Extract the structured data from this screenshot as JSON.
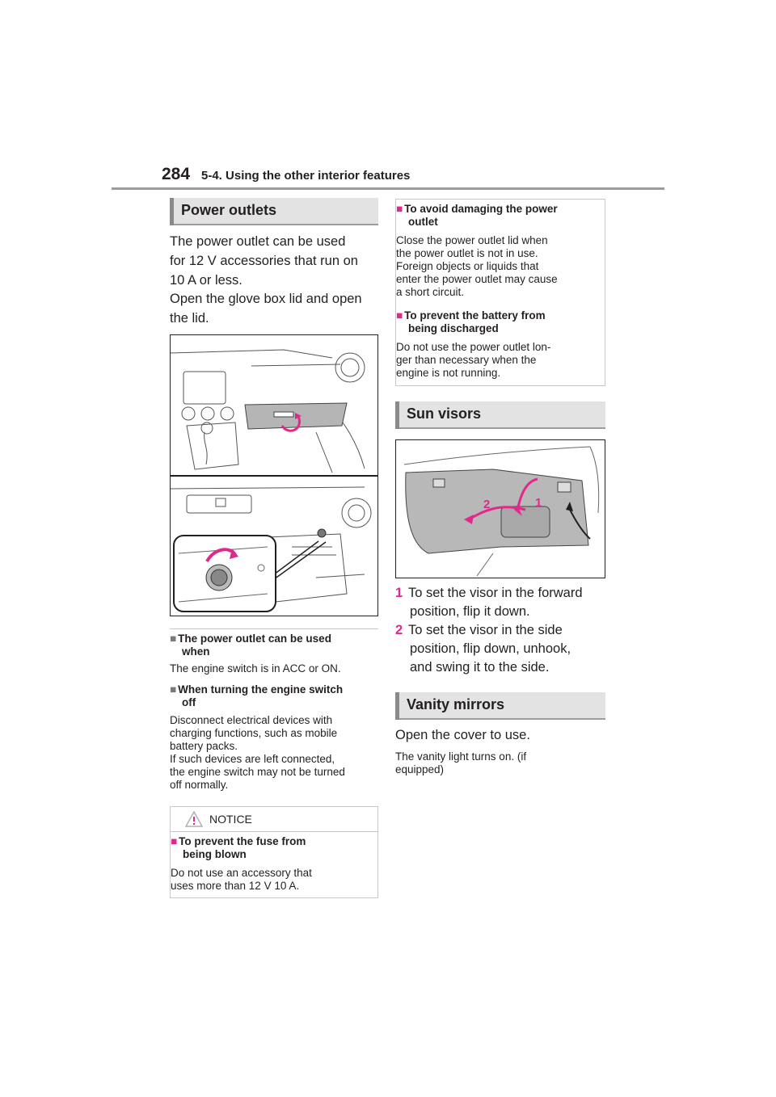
{
  "header": {
    "page_number": "284",
    "section": "5-4. Using the other interior features"
  },
  "power_outlets": {
    "title": "Power outlets",
    "intro": [
      "The power outlet can be used",
      "for 12 V accessories that run on",
      "10 A or less."
    ],
    "open": [
      "Open the glove box lid and open",
      "the lid."
    ],
    "notes": [
      {
        "heading": [
          "The power outlet can be used",
          "when"
        ],
        "body": [
          "The engine switch is in ACC or ON."
        ]
      },
      {
        "heading": [
          "When turning the engine switch",
          "off"
        ],
        "body": [
          "Disconnect electrical devices with",
          "charging functions, such as mobile",
          "battery packs.",
          "If such devices are left connected,",
          "the engine switch may not be turned",
          "off normally."
        ]
      }
    ]
  },
  "notice": {
    "label": "NOTICE",
    "heading": [
      "To prevent the fuse from",
      "being blown"
    ],
    "body": [
      "Do not use an accessory that",
      "uses more than 12 V 10 A."
    ]
  },
  "notice_cont": [
    {
      "heading": [
        "To avoid damaging the power",
        "outlet"
      ],
      "body": [
        "Close the power outlet lid when",
        "the power outlet is not in use.",
        "Foreign objects or liquids that",
        "enter the power outlet may cause",
        "a short circuit."
      ]
    },
    {
      "heading": [
        "To prevent the battery from",
        "being discharged"
      ],
      "body": [
        "Do not use the power outlet lon-",
        "ger than necessary when the",
        "engine is not running."
      ]
    }
  ],
  "sun_visors": {
    "title": "Sun visors",
    "callouts": [
      "2",
      "1"
    ],
    "steps": [
      {
        "num": "1",
        "lines": [
          "To set the visor in the forward",
          "position, flip it down."
        ]
      },
      {
        "num": "2",
        "lines": [
          "To set the visor in the side",
          "position, flip down, unhook,",
          "and swing it to the side."
        ]
      }
    ]
  },
  "vanity_mirrors": {
    "title": "Vanity mirrors",
    "text": "Open the cover to use.",
    "note": [
      "The vanity light turns on. (if",
      "equipped)"
    ]
  },
  "colors": {
    "accent": "#e0298a",
    "header_bar": "#e3e3e3"
  }
}
